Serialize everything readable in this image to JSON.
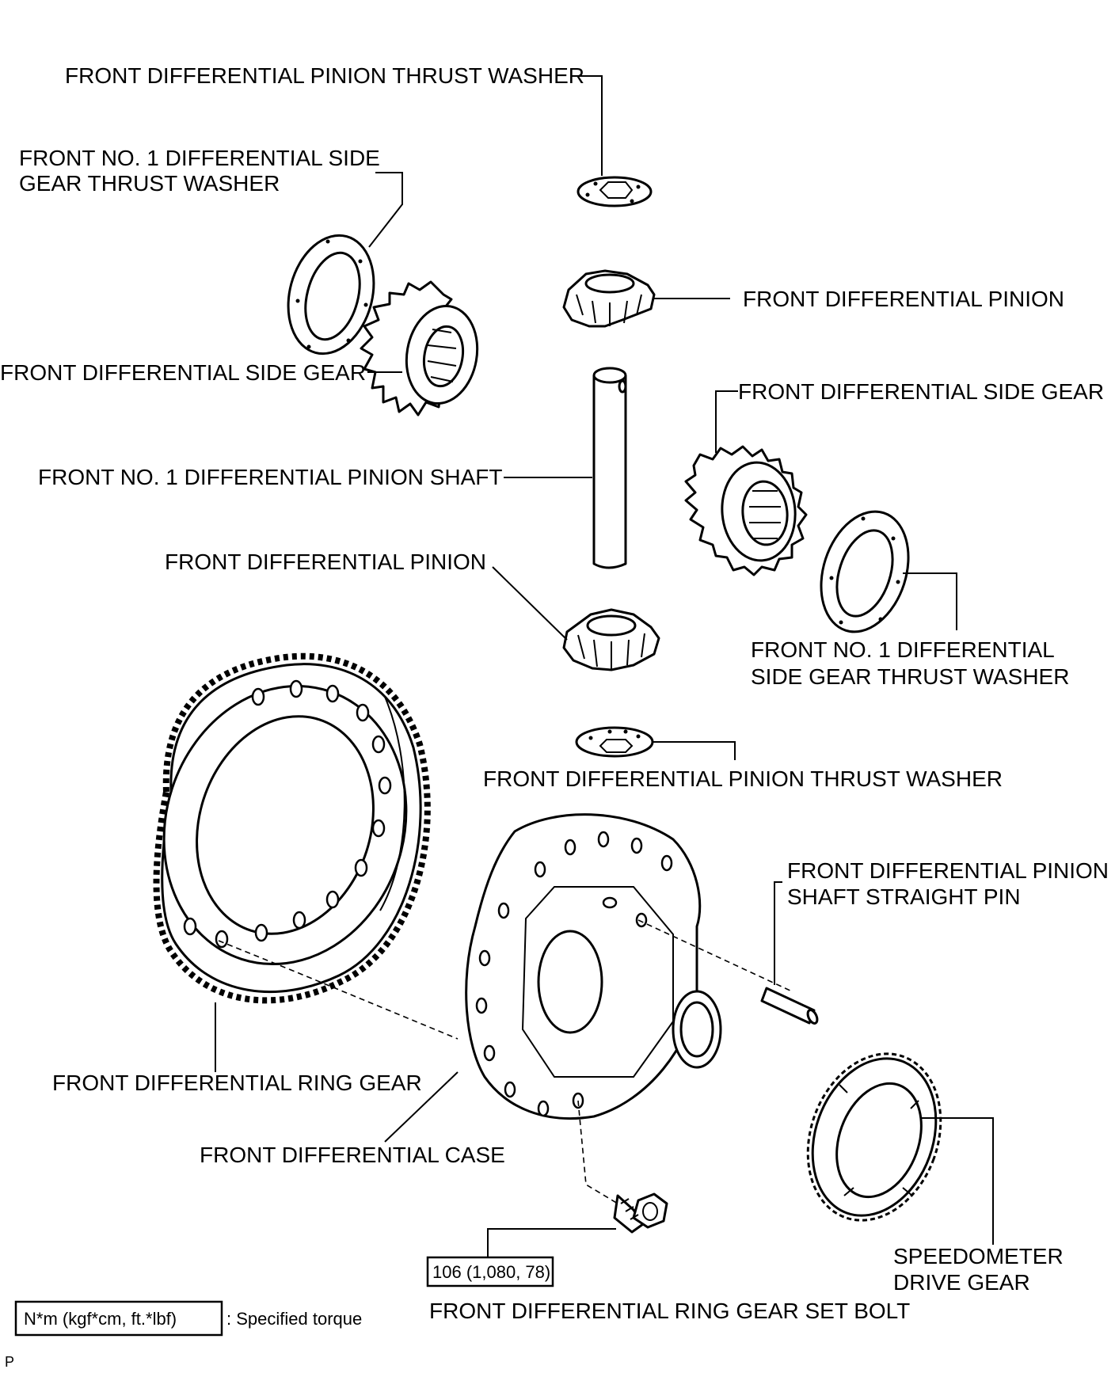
{
  "labels": {
    "pinion_thrust_washer_top": "FRONT DIFFERENTIAL PINION THRUST WASHER",
    "side_gear_thrust_washer_left_1": "FRONT NO. 1 DIFFERENTIAL SIDE",
    "side_gear_thrust_washer_left_2": "GEAR THRUST WASHER",
    "pinion_upper": "FRONT DIFFERENTIAL PINION",
    "side_gear_left": "FRONT DIFFERENTIAL SIDE GEAR",
    "side_gear_right": "FRONT DIFFERENTIAL SIDE GEAR",
    "pinion_shaft": "FRONT NO. 1 DIFFERENTIAL PINION SHAFT",
    "pinion_lower": "FRONT DIFFERENTIAL PINION",
    "side_gear_thrust_washer_right_1": "FRONT NO. 1 DIFFERENTIAL",
    "side_gear_thrust_washer_right_2": "SIDE GEAR THRUST WASHER",
    "pinion_thrust_washer_bottom": "FRONT DIFFERENTIAL PINION THRUST WASHER",
    "straight_pin_1": "FRONT DIFFERENTIAL PINION",
    "straight_pin_2": "SHAFT STRAIGHT PIN",
    "ring_gear": "FRONT DIFFERENTIAL RING GEAR",
    "case": "FRONT DIFFERENTIAL CASE",
    "torque_value": "106 (1,080, 78)",
    "speedometer_1": "SPEEDOMETER",
    "speedometer_2": "DRIVE GEAR",
    "ring_gear_bolt": "FRONT DIFFERENTIAL RING GEAR SET BOLT",
    "legend_box": "N*m (kgf*cm, ft.*lbf)",
    "legend_text": ": Specified torque",
    "corner_mark": "P"
  }
}
